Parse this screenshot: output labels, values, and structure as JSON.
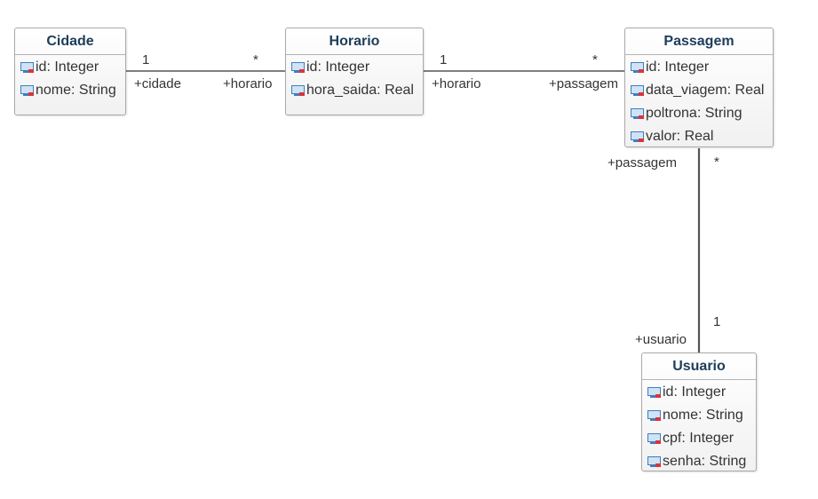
{
  "classes": {
    "cidade": {
      "name": "Cidade",
      "attributes": [
        "id: Integer",
        "nome: String"
      ]
    },
    "horario": {
      "name": "Horario",
      "attributes": [
        "id: Integer",
        "hora_saida: Real"
      ]
    },
    "passagem": {
      "name": "Passagem",
      "attributes": [
        "id: Integer",
        "data_viagem: Real",
        "poltrona: String",
        "valor: Real"
      ]
    },
    "usuario": {
      "name": "Usuario",
      "attributes": [
        "id: Integer",
        "nome: String",
        "cpf: Integer",
        "senha: String"
      ]
    }
  },
  "associations": {
    "cidade_horario": {
      "mult_cidade": "1",
      "role_cidade": "+cidade",
      "mult_horario": "*",
      "role_horario": "+horario"
    },
    "horario_passagem": {
      "mult_horario": "1",
      "role_horario": "+horario",
      "mult_passagem": "*",
      "role_passagem": "+passagem"
    },
    "passagem_usuario": {
      "role_passagem": "+passagem",
      "mult_passagem": "*",
      "mult_usuario": "1",
      "role_usuario": "+usuario"
    }
  },
  "icons": {
    "attribute": "private-attribute-icon"
  },
  "colors": {
    "title": "#1c3d5a",
    "border": "#a9a9a9",
    "icon": "#3f7ebd",
    "lock": "#d9353b"
  }
}
